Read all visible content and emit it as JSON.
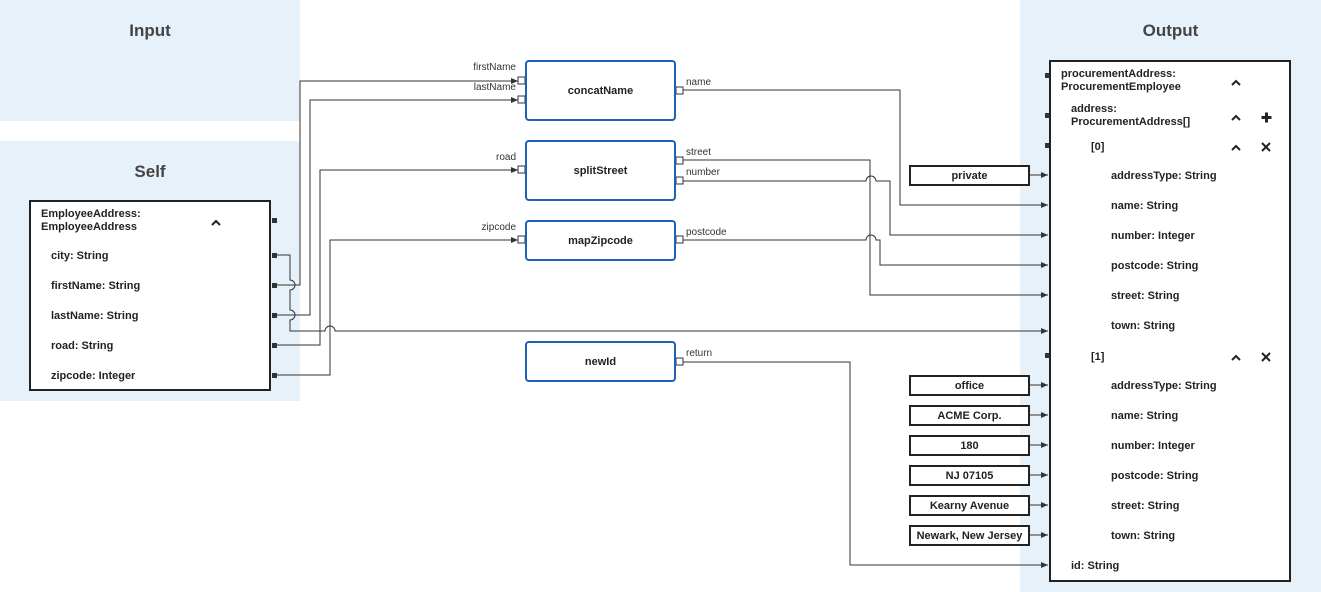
{
  "panels": {
    "input_title": "Input",
    "self_title": "Self",
    "output_title": "Output"
  },
  "self_entity": {
    "title": "EmployeeAddress:\nEmployeeAddress",
    "fields": [
      "city: String",
      "firstName: String",
      "lastName: String",
      "road: String",
      "zipcode: Integer"
    ]
  },
  "functions": [
    {
      "name": "concatName",
      "inputs": [
        "firstName",
        "lastName"
      ],
      "outputs": [
        "name"
      ]
    },
    {
      "name": "splitStreet",
      "inputs": [
        "road"
      ],
      "outputs": [
        "street",
        "number"
      ]
    },
    {
      "name": "mapZipcode",
      "inputs": [
        "zipcode"
      ],
      "outputs": [
        "postcode"
      ]
    },
    {
      "name": "newId",
      "inputs": [],
      "outputs": [
        "return"
      ]
    }
  ],
  "constants": [
    "private",
    "office",
    "ACME Corp.",
    "180",
    "NJ 07105",
    "Kearny Avenue",
    "Newark, New Jersey"
  ],
  "output_entity": {
    "title": "procurementAddress:\nProcurementEmployee",
    "address": "address:\nProcurementAddress[]",
    "items": [
      {
        "index": "[0]",
        "fields": [
          "addressType: String",
          "name: String",
          "number: Integer",
          "postcode: String",
          "street: String",
          "town: String"
        ]
      },
      {
        "index": "[1]",
        "fields": [
          "addressType: String",
          "name: String",
          "number: Integer",
          "postcode: String",
          "street: String",
          "town: String"
        ]
      }
    ],
    "id": "id: String"
  },
  "icons": {
    "collapse": "chevron-up-icon",
    "add": "plus-icon",
    "remove": "close-icon"
  },
  "colors": {
    "panel_bg": "#e7f1fa",
    "function_border": "#1f5fb4",
    "wire": "#333333"
  }
}
